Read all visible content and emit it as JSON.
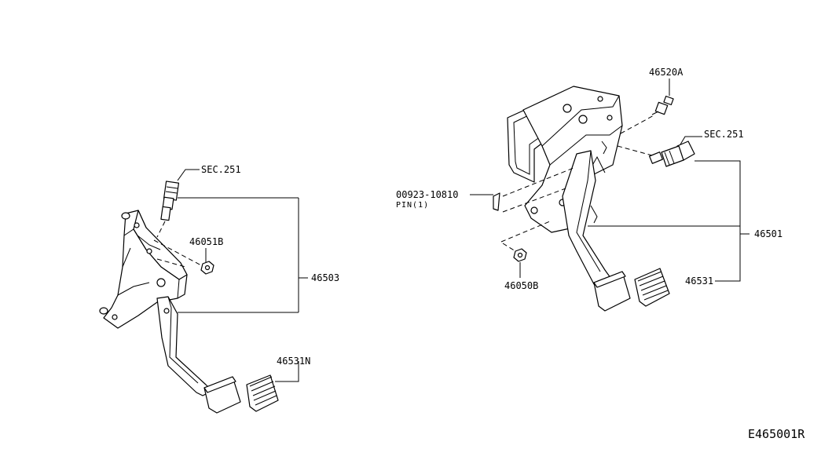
{
  "left_assembly": {
    "sec_label": "SEC.251",
    "nut_label": "46051B",
    "assembly_label": "46503",
    "pad_label": "46531N"
  },
  "right_assembly": {
    "bolt_label": "46520A",
    "sec_label": "SEC.251",
    "pin_part_label": "00923-10810",
    "pin_sub_label": "PIN(1)",
    "assembly_label": "46501",
    "nut_label": "46050B",
    "pad_label": "46531"
  },
  "diagram_ref": "E465001R"
}
